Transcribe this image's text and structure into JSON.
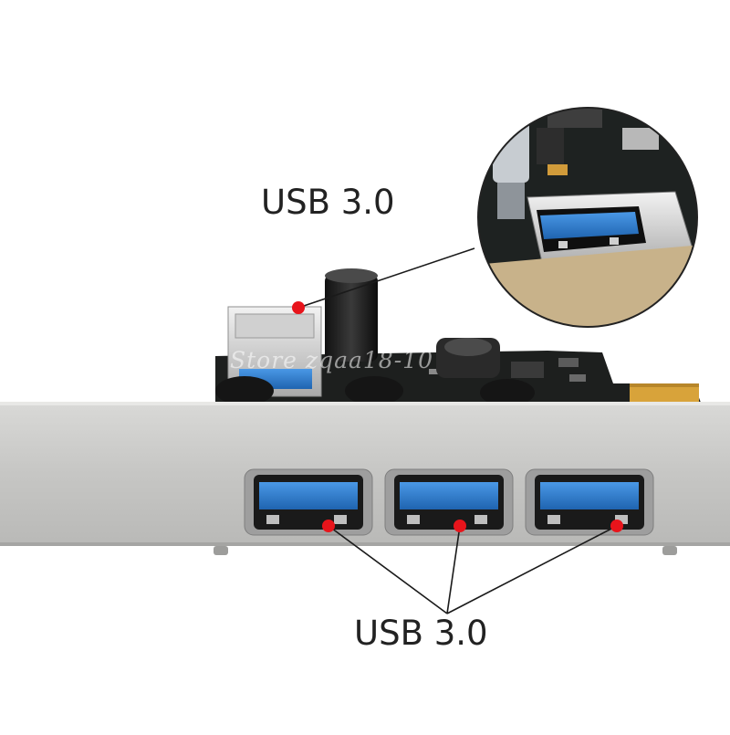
{
  "labels": {
    "top": "USB 3.0",
    "bottom": "USB 3.0"
  },
  "watermark": "Store zqaa18-10",
  "colors": {
    "bracket": "#c4c4c2",
    "pcb": "#1d1f1e",
    "usb_blue": "#2f7fd1",
    "callout_dot": "#e8141b",
    "gold_contact": "#d8a33a"
  },
  "ports": {
    "front_count": 3,
    "internal_count": 1
  }
}
